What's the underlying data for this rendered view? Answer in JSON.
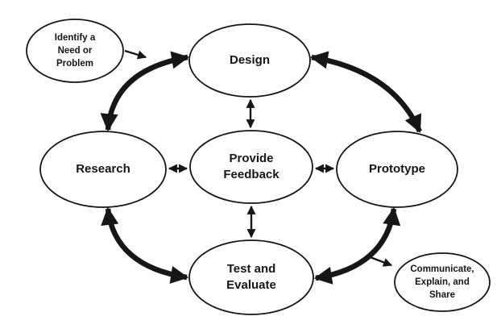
{
  "colors": {
    "background": "#ffffff",
    "ink": "#161616"
  },
  "nodes": {
    "identify": {
      "label": "Identify a\nNeed or\nProblem"
    },
    "design": {
      "label": "Design"
    },
    "research": {
      "label": "Research"
    },
    "feedback": {
      "label": "Provide\nFeedback"
    },
    "prototype": {
      "label": "Prototype"
    },
    "test": {
      "label": "Test and\nEvaluate"
    },
    "communicate": {
      "label": "Communicate,\nExplain, and\nShare"
    }
  },
  "connections": {
    "cycle_arrows": [
      {
        "between": [
          "design",
          "research"
        ],
        "style": "thick-double-headed"
      },
      {
        "between": [
          "design",
          "prototype"
        ],
        "style": "thick-double-headed"
      },
      {
        "between": [
          "research",
          "test"
        ],
        "style": "thick-double-headed"
      },
      {
        "between": [
          "test",
          "prototype"
        ],
        "style": "thick-double-headed"
      }
    ],
    "feedback_arrows": [
      {
        "between": [
          "feedback",
          "design"
        ],
        "style": "thin-double-headed"
      },
      {
        "between": [
          "feedback",
          "research"
        ],
        "style": "thin-double-headed"
      },
      {
        "between": [
          "feedback",
          "prototype"
        ],
        "style": "thin-double-headed"
      },
      {
        "between": [
          "feedback",
          "test"
        ],
        "style": "thin-double-headed"
      }
    ],
    "entry_arrow": {
      "from": "identify",
      "to": "cycle",
      "style": "thin-single-headed"
    },
    "exit_arrow": {
      "from": "cycle",
      "to": "communicate",
      "style": "thin-single-headed"
    }
  }
}
